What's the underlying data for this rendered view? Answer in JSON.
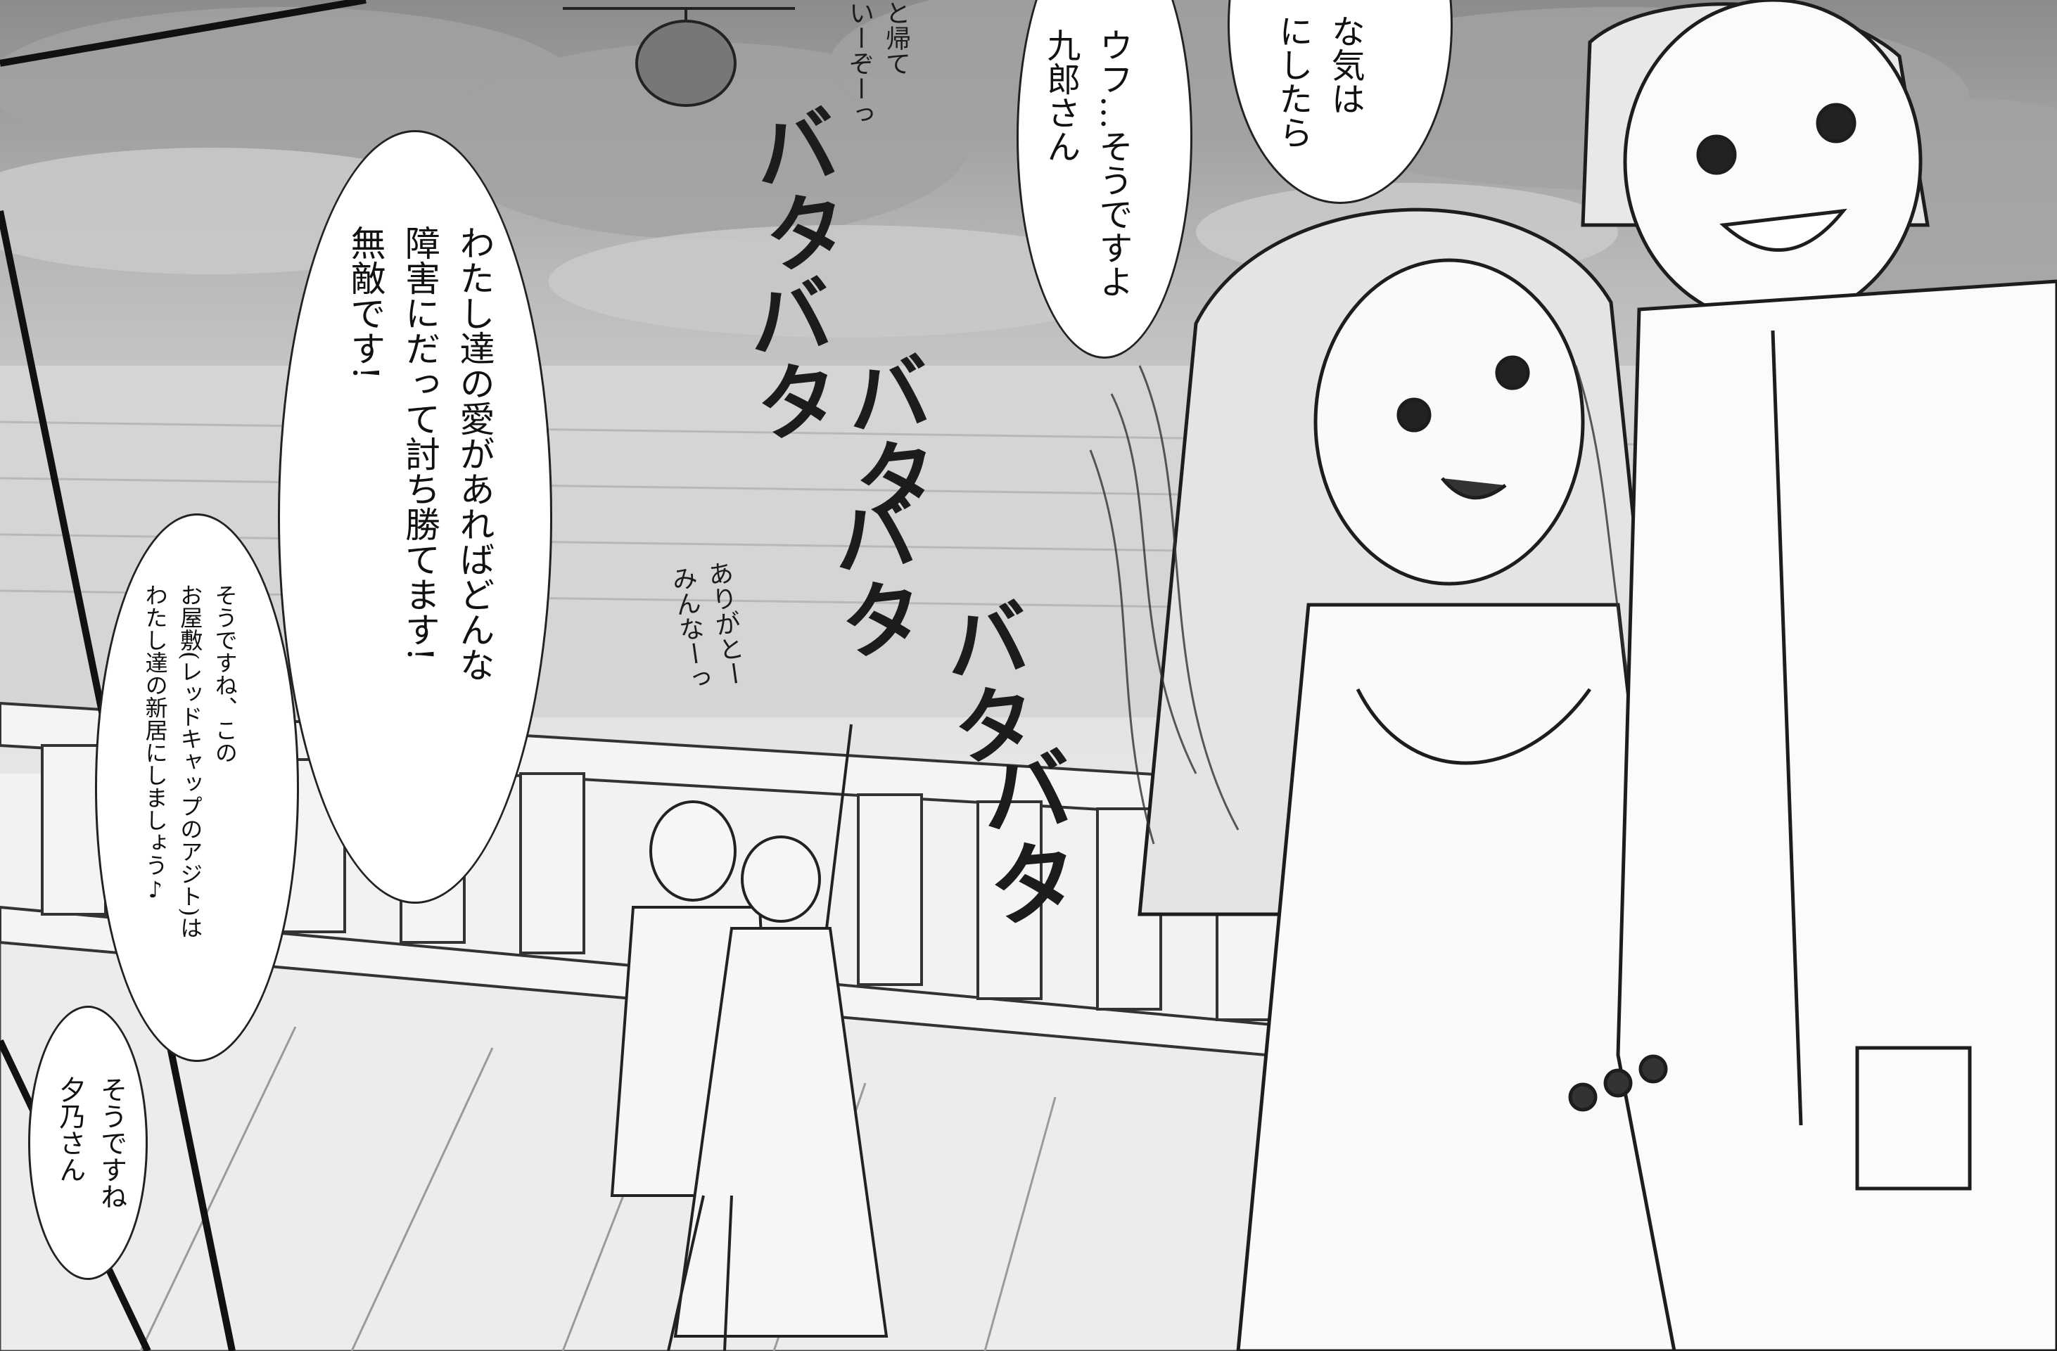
{
  "bubbles": {
    "top_speech": "ウフ…そうですよ\n九郎さん",
    "top_right_speech": "な気は\nにしたら",
    "main_speech": "わたし達の愛があればどんな\n障害にだって討ち勝てます!\n無敵です!",
    "house_speech": "そうですね、この\nお屋敷(レッドキャップのアジト)は\nわたし達の新居にしましょう♪",
    "bottom_speech": "そうですね\n夕乃さん"
  },
  "sfx": {
    "helicopter_voice": "と帰て\nいーぞーっ",
    "crowd_voice": "ありがとー\nみんなーっ",
    "flapping": [
      "バタ",
      "バタ",
      "バタ",
      "バタ",
      "バタ",
      "バタ"
    ]
  }
}
